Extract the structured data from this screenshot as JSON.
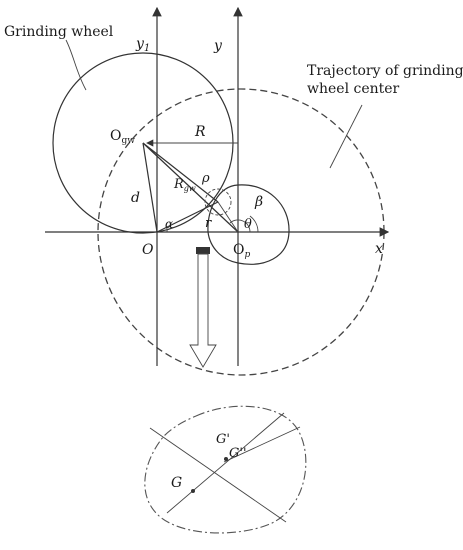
{
  "labels": {
    "grinding_wheel": "Grinding wheel",
    "trajectory_line1": "Trajectory of grinding",
    "trajectory_line2": "wheel center",
    "y1_base": "y",
    "y1_sub": "1",
    "y": "y",
    "x": "x",
    "o_gw_base": "O",
    "o_gw_sub": "gw",
    "o": "O",
    "op_base": "O",
    "op_sub": "p",
    "r_big": "R",
    "d": "d",
    "rgw_base": "R",
    "rgw_sub": "gw",
    "rho": "ρ",
    "r_small": "r",
    "alpha": "α",
    "beta": "β",
    "theta": "θ",
    "g": "G",
    "g_prime": "G'",
    "g_double_prime": "G''"
  },
  "colors": {
    "ink": "#333333",
    "arrow_fill": "#ffffff"
  }
}
